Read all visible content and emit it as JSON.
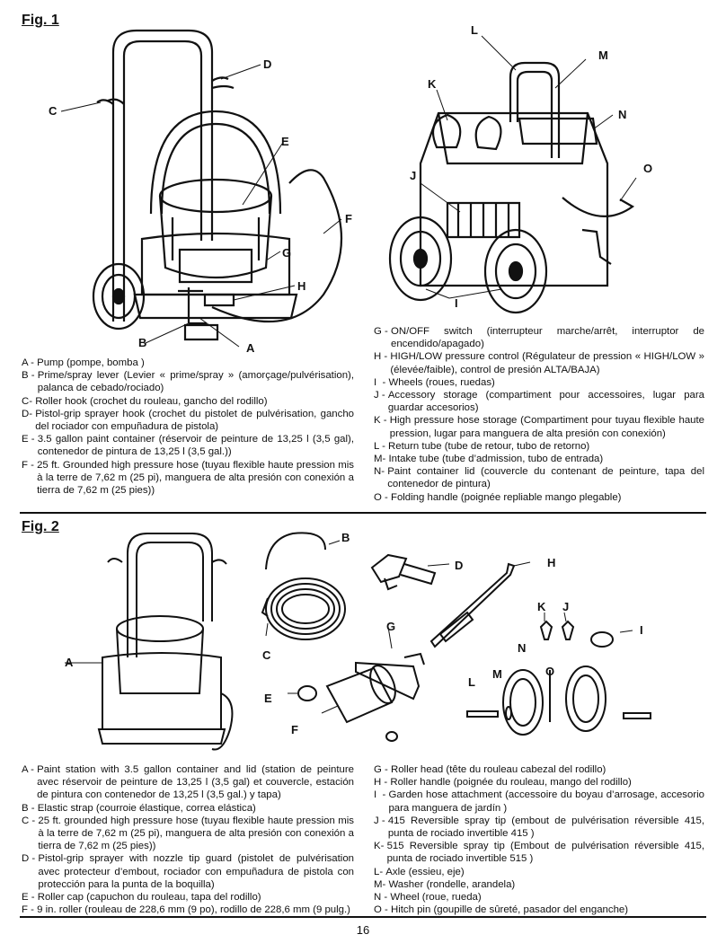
{
  "fig1": {
    "title": "Fig. 1",
    "callouts": [
      "A",
      "B",
      "C",
      "D",
      "E",
      "F",
      "G",
      "H",
      "I",
      "J",
      "K",
      "L",
      "M",
      "N",
      "O"
    ],
    "legend_left": [
      {
        "key": "A - ",
        "text": "Pump (pompe, bomba )"
      },
      {
        "key": "B - ",
        "text": "Prime/spray lever (Levier « prime/spray » (amorçage/pulvérisation), palanca de cebado/rociado)"
      },
      {
        "key": "C- ",
        "text": "Roller hook (crochet du rouleau, gancho del rodillo)"
      },
      {
        "key": "D- ",
        "text": "Pistol-grip sprayer hook (crochet du pistolet de pulvérisation, gancho del rociador con empuñadura de pistola)"
      },
      {
        "key": "E - ",
        "text": "3.5 gallon paint container (réservoir de peinture de 13,25 l (3,5 gal), contenedor de pintura de 13,25 l (3,5 gal.))"
      },
      {
        "key": "F - ",
        "text": "25 ft. Grounded high pressure hose (tuyau flexible haute pression mis à la terre de 7,62 m (25 pi), manguera de alta presión con conexión a tierra de 7,62 m (25 pies))"
      }
    ],
    "legend_right": [
      {
        "key": "G - ",
        "text": "ON/OFF switch (interrupteur marche/arrêt, interruptor de encendido/apagado)"
      },
      {
        "key": "H - ",
        "text": "HIGH/LOW pressure control (Régulateur de pression « HIGH/LOW » (élevée/faible), control de presión ALTA/BAJA)"
      },
      {
        "key": "I  - ",
        "text": "Wheels (roues, ruedas)"
      },
      {
        "key": "J - ",
        "text": "Accessory storage (compartiment pour accessoires, lugar para guardar accesorios)"
      },
      {
        "key": "K - ",
        "text": "High pressure hose storage (Compartiment pour tuyau flexible haute pression, lugar para manguera de alta presión con conexión)"
      },
      {
        "key": "L - ",
        "text": "Return tube (tube de retour, tubo de retorno)"
      },
      {
        "key": "M- ",
        "text": "Intake tube (tube d’admission, tubo de entrada)"
      },
      {
        "key": "N- ",
        "text": "Paint container lid (couvercle du contenant de peinture, tapa del contenedor de pintura)"
      },
      {
        "key": "O - ",
        "text": "Folding handle (poignée repliable mango plegable)"
      }
    ]
  },
  "fig2": {
    "title": "Fig. 2",
    "callouts": [
      "A",
      "B",
      "C",
      "D",
      "E",
      "F",
      "G",
      "H",
      "I",
      "J",
      "K",
      "L",
      "M",
      "N",
      "O"
    ],
    "legend_left": [
      {
        "key": "A - ",
        "text": "Paint station with 3.5 gallon container and lid (station de peinture avec réservoir de peinture de 13,25 l (3,5 gal) et couvercle, estación de pintura con contenedor de 13,25 l (3,5 gal.) y tapa)"
      },
      {
        "key": "B - ",
        "text": "Elastic strap (courroie élastique, correa elástica)"
      },
      {
        "key": "C - ",
        "text": "25 ft. grounded high pressure hose (tuyau flexible haute pression mis à la terre de 7,62 m (25 pi), manguera de alta presión con conexión a tierra de 7,62 m (25 pies))"
      },
      {
        "key": "D - ",
        "text": "Pistol-grip sprayer with nozzle tip guard (pistolet de pulvérisation avec protecteur d’embout, rociador con empuñadura de pistola con protección para la punta de la boquilla)"
      },
      {
        "key": "E - ",
        "text": "Roller cap (capuchon du rouleau, tapa del rodillo)"
      },
      {
        "key": "F - ",
        "text": "9 in. roller (rouleau de 228,6 mm (9 po), rodillo de 228,6 mm (9 pulg.)"
      }
    ],
    "legend_right": [
      {
        "key": "G - ",
        "text": "Roller head (tête du rouleau cabezal del rodillo)"
      },
      {
        "key": "H - ",
        "text": "Roller handle (poignée du rouleau, mango del rodillo)"
      },
      {
        "key": "I  - ",
        "text": "Garden hose attachment (accessoire du boyau d’arrosage, accesorio para manguera de jardín )"
      },
      {
        "key": "J - ",
        "text": "415 Reversible spray tip (embout de pulvérisation réversible 415, punta de rociado invertible 415 )"
      },
      {
        "key": "K- ",
        "text": "515 Reversible spray tip (Embout de pulvérisation réversible 415, punta de rociado invertible 515 )"
      },
      {
        "key": "L- ",
        "text": "Axle (essieu, eje)"
      },
      {
        "key": "M- ",
        "text": "Washer (rondelle, arandela)"
      },
      {
        "key": "N - ",
        "text": "Wheel (roue, rueda)"
      },
      {
        "key": "O - ",
        "text": "Hitch pin (goupille de sûreté, pasador del enganche)"
      }
    ]
  },
  "page_number": "16"
}
